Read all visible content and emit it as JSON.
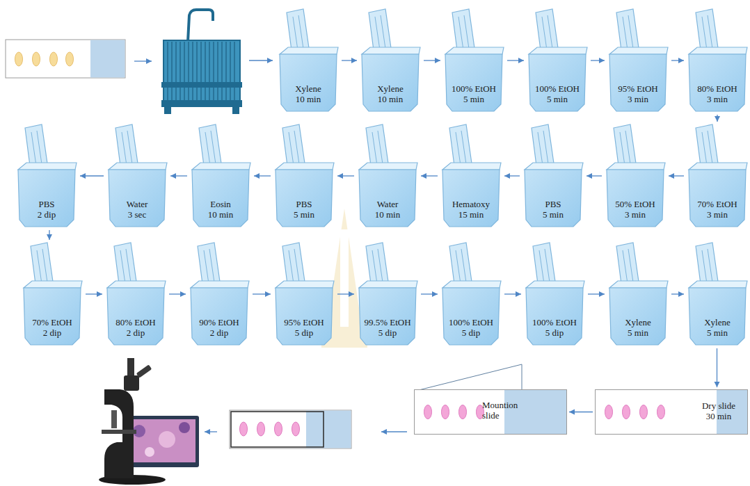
{
  "diagram": {
    "nodes": [
      {
        "text": [
          "Xylene",
          "10 min"
        ]
      },
      {
        "text": [
          "Xylene",
          "10 min"
        ]
      },
      {
        "text": [
          "100% EtOH",
          "5 min"
        ]
      },
      {
        "text": [
          "100% EtOH",
          "5 min"
        ]
      },
      {
        "text": [
          "95% EtOH",
          "3 min"
        ]
      },
      {
        "text": [
          "80% EtOH",
          "3 min"
        ]
      },
      {
        "text": [
          "70% EtOH",
          "3 min"
        ]
      },
      {
        "text": [
          "50% EtOH",
          "3 min"
        ]
      },
      {
        "text": [
          "PBS",
          "5 min"
        ]
      },
      {
        "text": [
          "Hematoxy",
          "15 min"
        ]
      },
      {
        "text": [
          "Water",
          "10 min"
        ]
      },
      {
        "text": [
          "PBS",
          "5 min"
        ]
      },
      {
        "text": [
          "Eosin",
          "10 min"
        ]
      },
      {
        "text": [
          "Water",
          "3 sec"
        ]
      },
      {
        "text": [
          "PBS",
          "2 dip"
        ]
      },
      {
        "text": [
          "70% EtOH",
          "2 dip"
        ]
      },
      {
        "text": [
          "80% EtOH",
          "2 dip"
        ]
      },
      {
        "text": [
          "90% EtOH",
          "2 dip"
        ]
      },
      {
        "text": [
          "95% EtOH",
          "5 dip"
        ]
      },
      {
        "text": [
          "99.5% EtOH",
          "5 dip"
        ]
      },
      {
        "text": [
          "100% EtOH",
          "5 dip"
        ]
      },
      {
        "text": [
          "100% EtOH",
          "5 dip"
        ]
      },
      {
        "text": [
          "Xylene",
          "5 min"
        ]
      },
      {
        "text": [
          "Xylene",
          "5 min"
        ]
      },
      {
        "text": [
          "Dry slide",
          "30 min"
        ]
      },
      {
        "text": [
          "Mountion slide"
        ]
      }
    ],
    "edges": [
      {
        "from": 0,
        "to": 1,
        "arrow": "to"
      },
      {
        "from": 1,
        "to": 2,
        "arrow": "to"
      },
      {
        "from": 2,
        "to": 3,
        "arrow": "to"
      },
      {
        "from": 3,
        "to": 4,
        "arrow": "to"
      },
      {
        "from": 4,
        "to": 5,
        "arrow": "to"
      },
      {
        "from": 5,
        "to": 6,
        "arrow": "to"
      },
      {
        "from": 6,
        "to": 7,
        "arrow": "to"
      },
      {
        "from": 7,
        "to": 8,
        "arrow": "to"
      },
      {
        "from": 8,
        "to": 9,
        "arrow": "to"
      },
      {
        "from": 9,
        "to": 10,
        "arrow": "to"
      },
      {
        "from": 10,
        "to": 11,
        "arrow": "to"
      },
      {
        "from": 11,
        "to": 12,
        "arrow": "to"
      },
      {
        "from": 12,
        "to": 13,
        "arrow": "to"
      },
      {
        "from": 13,
        "to": 14,
        "arrow": "to"
      },
      {
        "from": 14,
        "to": 15,
        "arrow": "to"
      },
      {
        "from": 15,
        "to": 16,
        "arrow": "to"
      },
      {
        "from": 16,
        "to": 17,
        "arrow": "to"
      },
      {
        "from": 17,
        "to": 18,
        "arrow": "to"
      },
      {
        "from": 18,
        "to": 19,
        "arrow": "to"
      },
      {
        "from": 19,
        "to": 20,
        "arrow": "to"
      },
      {
        "from": 20,
        "to": 21,
        "arrow": "to"
      },
      {
        "from": 21,
        "to": 22,
        "arrow": "to"
      },
      {
        "from": 22,
        "to": 23,
        "arrow": "to"
      },
      {
        "from": 23,
        "to": 24,
        "arrow": "to"
      },
      {
        "from": 24,
        "to": 25,
        "arrow": "to"
      }
    ]
  }
}
